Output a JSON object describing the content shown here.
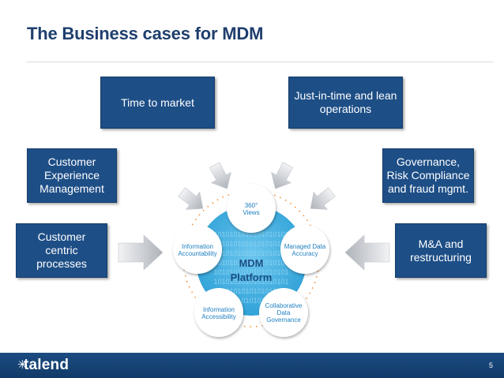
{
  "title": "The Business cases for MDM",
  "boxes": {
    "time_to_market": "Time to market",
    "jit": "Just-in-time and lean\noperations",
    "customer_experience": "Customer\nExperience\nManagement",
    "governance": "Governance,\nRisk Compliance\nand fraud mgmt.",
    "customer_centric": "Customer\ncentric\nprocesses",
    "mna": "M&A and\nrestructuring"
  },
  "platform": {
    "label_line1": "MDM",
    "label_line2": "Platform",
    "binary_text": "1010101010101010101"
  },
  "satellites": {
    "views": "360°\nViews",
    "managed": "Managed Data\nAccuracy",
    "collaborative": "Collaborative\nData\nGovernance",
    "accessibility": "Information\nAccessibility",
    "accountability": "Information\nAccountability"
  },
  "footer": {
    "logo": "talend",
    "page": "5"
  },
  "colors": {
    "title": "#1f3f6e",
    "box_fill": "#1d4e86",
    "platform_fill": "#34a9dd",
    "satellite_text": "#1f7fc0",
    "arrow": "#c9cdd3"
  },
  "icons": {
    "arrow": "chevron-arrow-icon",
    "logo_mark": "star-burst-icon"
  }
}
